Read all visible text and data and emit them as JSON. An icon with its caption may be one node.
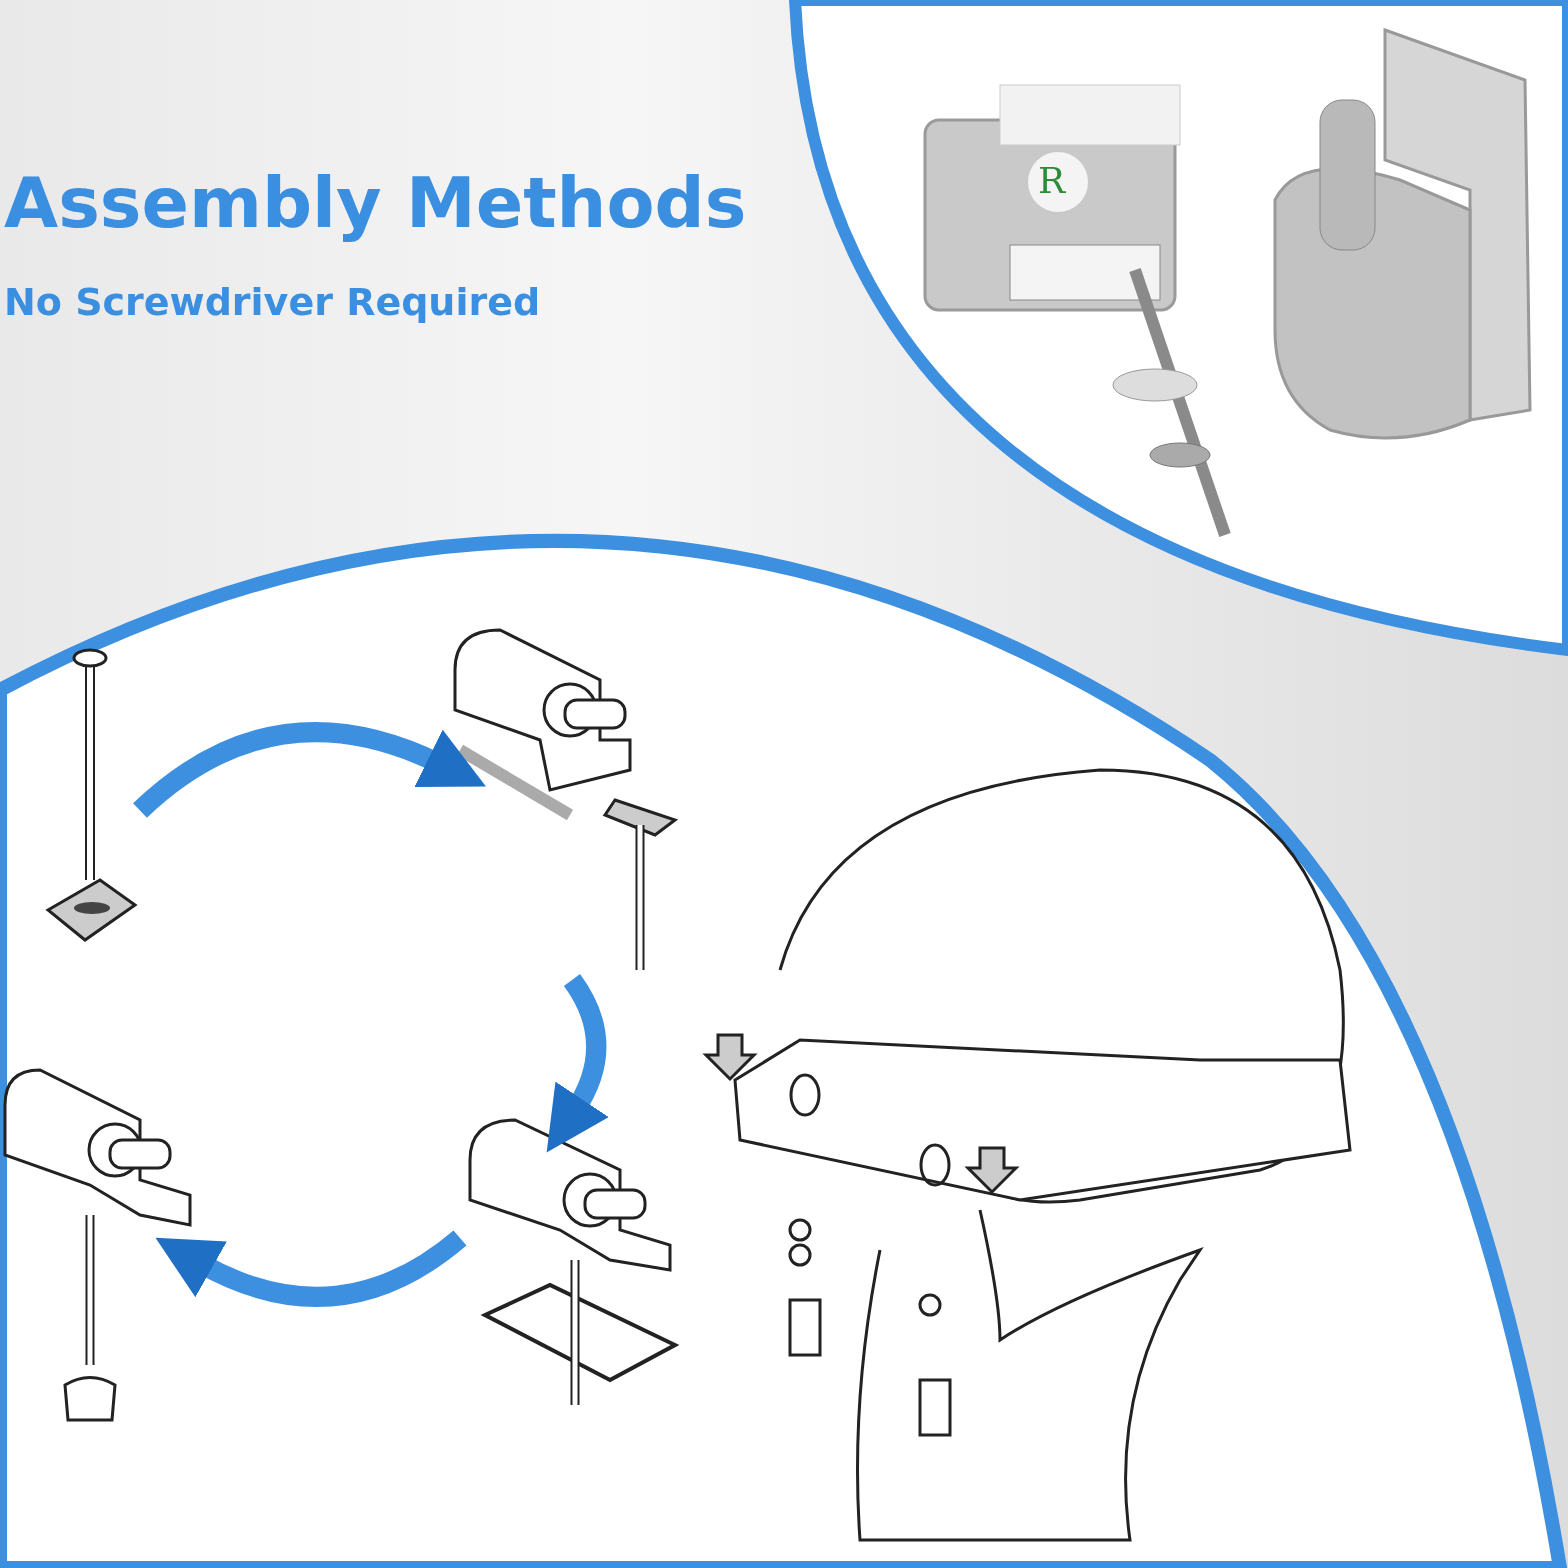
{
  "diagram": {
    "title": "Assembly Methods",
    "nodes": [
      {
        "text": [],
        "shape": "picture"
      },
      {
        "text": [],
        "shape": "picture"
      },
      {
        "text": [],
        "shape": "picture"
      },
      {
        "text": [],
        "shape": "picture"
      }
    ],
    "edges": [
      {
        "from": 0,
        "to": 1,
        "arrow": "to"
      },
      {
        "from": 1,
        "to": 2,
        "arrow": "to"
      },
      {
        "from": 2,
        "to": 3,
        "arrow": "to"
      }
    ],
    "labels": [
      "No Screwdriver Required",
      "R"
    ]
  }
}
